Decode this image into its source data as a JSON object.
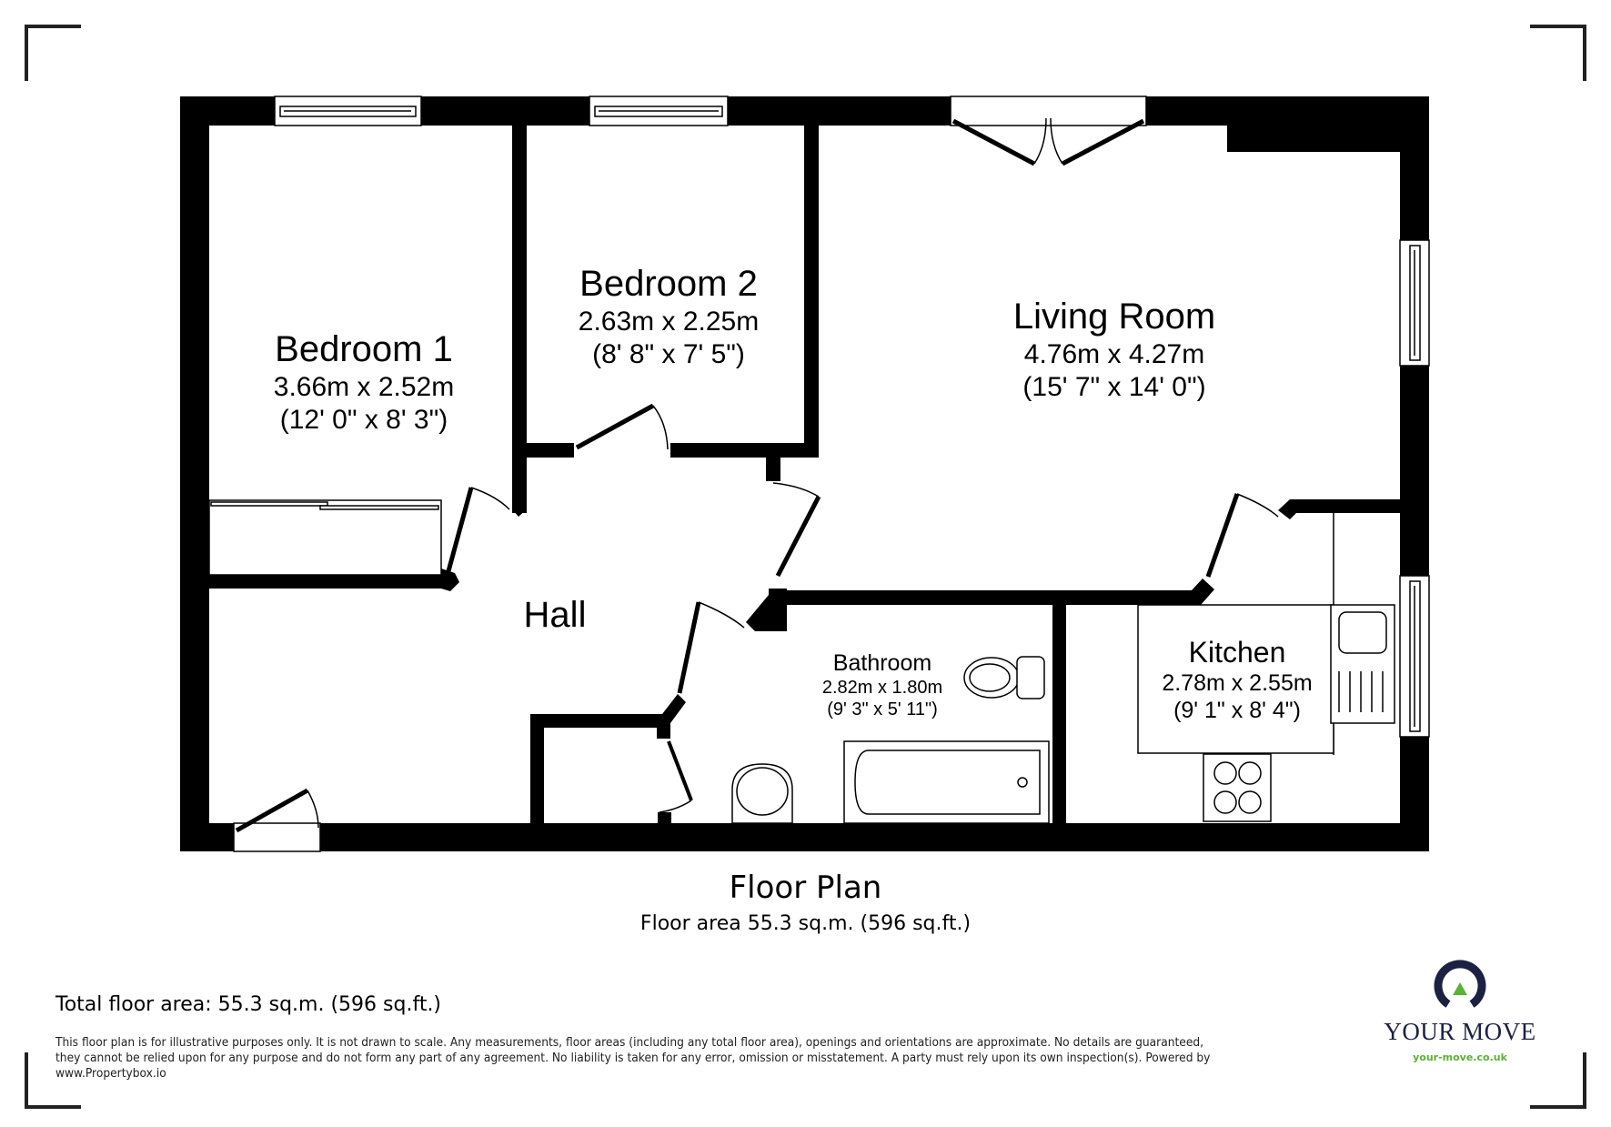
{
  "rooms": {
    "bedroom1": {
      "name": "Bedroom 1",
      "metric": "3.66m x 2.52m",
      "imperial": "(12' 0\" x 8' 3\")"
    },
    "bedroom2": {
      "name": "Bedroom 2",
      "metric": "2.63m x 2.25m",
      "imperial": "(8' 8\" x 7' 5\")"
    },
    "living": {
      "name": "Living Room",
      "metric": "4.76m x 4.27m",
      "imperial": "(15' 7\" x 14' 0\")"
    },
    "hall": {
      "name": "Hall"
    },
    "bathroom": {
      "name": "Bathroom",
      "metric": "2.82m x 1.80m",
      "imperial": "(9' 3\" x 5' 11\")"
    },
    "kitchen": {
      "name": "Kitchen",
      "metric": "2.78m x 2.55m",
      "imperial": "(9' 1\" x 8' 4\")"
    }
  },
  "plan": {
    "title": "Floor Plan",
    "subtitle": "Floor area 55.3 sq.m. (596 sq.ft.)"
  },
  "footer": {
    "total": "Total floor area: 55.3 sq.m. (596 sq.ft.)",
    "disclaimer": "This floor plan is for illustrative purposes only. It is not drawn to scale. Any measurements, floor areas (including any total floor area), openings and orientations are approximate. No details are guaranteed, they cannot be relied upon for any purpose and do not form any part of any agreement. No liability is taken for any error, omission or misstatement. A party must rely upon its own inspection(s). Powered by www.Propertybox.io"
  },
  "logo": {
    "brand": "YOUR MOVE",
    "url": "your-move.co.uk",
    "navy": "#1c2142",
    "green": "#5cb135"
  },
  "colors": {
    "wall": "#000000",
    "background": "#ffffff"
  }
}
